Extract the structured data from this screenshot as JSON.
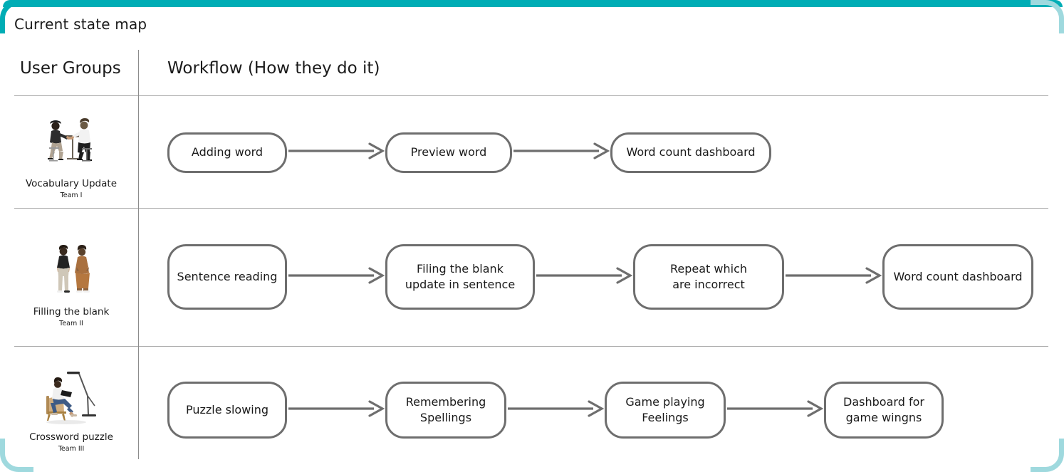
{
  "page": {
    "title": "Current state map",
    "accent_color": "#00adb5",
    "accent_light_color": "#9fd9de",
    "node_border_color": "#6e6e6e",
    "grid_line_color": "#a8a8a8"
  },
  "columns": {
    "user_groups_header": "User Groups",
    "workflow_header": "Workflow (How they do it)"
  },
  "rows": [
    {
      "group": {
        "name": "Vocabulary Update",
        "team": "Team I",
        "illustration": "two-people-at-bar-table-illustration"
      },
      "steps": [
        {
          "label": "Adding word"
        },
        {
          "label": "Preview word"
        },
        {
          "label": "Word count dashboard"
        }
      ]
    },
    {
      "group": {
        "name": "Filling the blank",
        "team": "Team II",
        "illustration": "two-people-standing-illustration"
      },
      "steps": [
        {
          "label": "Sentence reading"
        },
        {
          "label": "Filing the blank\nupdate in sentence"
        },
        {
          "label": "Repeat which\nare incorrect"
        },
        {
          "label": "Word count dashboard"
        }
      ]
    },
    {
      "group": {
        "name": "Crossword puzzle",
        "team": "Team III",
        "illustration": "person-reading-in-chair-with-lamp-illustration"
      },
      "steps": [
        {
          "label": "Puzzle slowing"
        },
        {
          "label": "Remembering\nSpellings"
        },
        {
          "label": "Game playing\nFeelings"
        },
        {
          "label": "Dashboard for\ngame wingns"
        }
      ]
    }
  ]
}
